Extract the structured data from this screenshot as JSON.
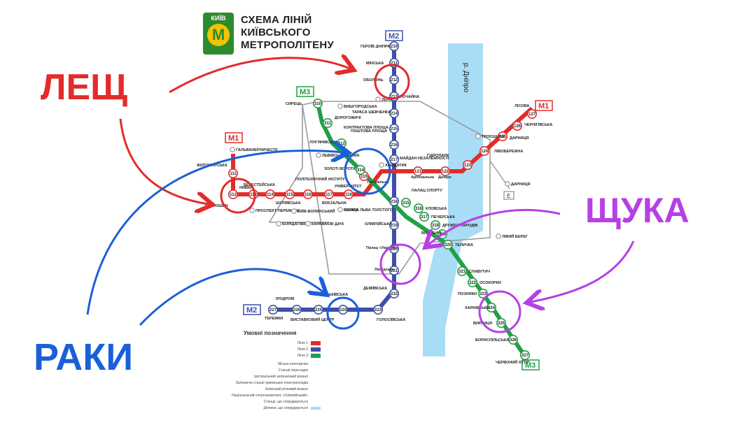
{
  "header": {
    "logo_text": "КИЇВ",
    "logo_letter": "M",
    "title_lines": [
      "СХЕМА ЛІНІЙ",
      "КИЇВСЬКОГО",
      "МЕТРОПОЛІТЕНУ"
    ]
  },
  "fish_labels": {
    "lesh": "ЛЕЩ",
    "raky": "РАКИ",
    "shchuka": "ЩУКА"
  },
  "colors": {
    "m1": "#e32b2b",
    "m2": "#3d4fa8",
    "m3": "#21a047",
    "river": "#a9dcf5",
    "lesh": "#e32b2b",
    "raky": "#1b5fd9",
    "shchuka": "#b640e6"
  },
  "river_label": "р. Дніпро",
  "line_tags": {
    "m1_top": "M1",
    "m1_right": "M1",
    "m2_top": "M2",
    "m2_bottom": "M2",
    "m3_top": "M3",
    "m3_bottom": "M3",
    "e_label": "E"
  },
  "stations": {
    "m1": [
      {
        "num": "111",
        "name": "ЖИТОМИРСЬКА"
      },
      {
        "num": "112",
        "name": "СВЯТОШИН"
      },
      {
        "num": "113",
        "name": "НИВКИ"
      },
      {
        "num": "114",
        "name": "БЕРЕСТЕЙСЬКА"
      },
      {
        "num": "115",
        "name": "ШУЛЯВСЬКА"
      },
      {
        "num": "116",
        "name": "ПОЛІТЕХНІЧНИЙ ІНСТИТУТ"
      },
      {
        "num": "117",
        "name": "ВОКЗАЛЬНА"
      },
      {
        "num": "118",
        "name": "УНІВЕРСИТЕТ"
      },
      {
        "num": "119",
        "name": "Театральна"
      },
      {
        "num": "121",
        "name": "Арсенальна"
      },
      {
        "num": "122",
        "name": "Дніпро"
      },
      {
        "num": "123",
        "name": "ГІДРОПАРК"
      },
      {
        "num": "124",
        "name": "ЛІВОБЕРЕЖНА"
      },
      {
        "num": "125",
        "name": "ДАРНИЦЯ"
      },
      {
        "num": "126",
        "name": "ЧЕРНІГІВСЬКА"
      },
      {
        "num": "127",
        "name": "ЛІСОВА"
      }
    ],
    "m2": [
      {
        "num": "210",
        "name": "ГЕРОЇВ ДНІПРА"
      },
      {
        "num": "211",
        "name": "МІНСЬКА"
      },
      {
        "num": "212",
        "name": "ОБОЛОНЬ"
      },
      {
        "num": "213",
        "name": "ПОЧАЙНА"
      },
      {
        "num": "214",
        "name": "ТАРАСА ШЕВЧЕНКА"
      },
      {
        "num": "215",
        "name": "КОНТРАКТОВА ПЛОЩА"
      },
      {
        "num": "216",
        "name": "ПОШТОВА ПЛОЩА"
      },
      {
        "num": "217",
        "name": "МАЙДАН НЕЗАЛЕЖНОСТІ"
      },
      {
        "num": "218",
        "name": "ПЛОЩА ЛЬВА ТОЛСТОГО"
      },
      {
        "num": "219",
        "name": "ОЛІМПІЙСЬКА"
      },
      {
        "num": "220",
        "name": "Палац «Україна»"
      },
      {
        "num": "221",
        "name": "Либідська"
      },
      {
        "num": "222",
        "name": "ДЕМІЇВСЬКА"
      },
      {
        "num": "223",
        "name": "ГОЛОСІЇВСЬКА"
      },
      {
        "num": "224",
        "name": "ВАСИЛЬКІВСЬКА"
      },
      {
        "num": "225",
        "name": "ВИСТАВКОВИЙ ЦЕНТР"
      },
      {
        "num": "226",
        "name": "ІПОДРОМ"
      },
      {
        "num": "227",
        "name": "ТЕРЕМКИ"
      }
    ],
    "m3": [
      {
        "num": "310",
        "name": "СИРЕЦЬ"
      },
      {
        "num": "311",
        "name": "ДОРОГОЖИЧІ"
      },
      {
        "num": "312",
        "name": "ЛУК'ЯНІВСЬКА"
      },
      {
        "num": "314",
        "name": "ЗОЛОТІ ВОРОТА"
      },
      {
        "num": "315",
        "name": "ПАЛАЦ СПОРТУ"
      },
      {
        "num": "316",
        "name": "КЛОВСЬКА"
      },
      {
        "num": "317",
        "name": "ПЕЧЕРСЬКА"
      },
      {
        "num": "318",
        "name": "ДРУЖБИ НАРОДІВ"
      },
      {
        "num": "319",
        "name": "ВИДУБИЧІ"
      },
      {
        "num": "320",
        "name": "ТЕЛИЧКА"
      },
      {
        "num": "321",
        "name": "СЛАВУТИЧ"
      },
      {
        "num": "322",
        "name": "ОСОКОРКИ"
      },
      {
        "num": "323",
        "name": "ПОЗНЯКИ"
      },
      {
        "num": "324",
        "name": "ХАРКІВСЬКА"
      },
      {
        "num": "325",
        "name": "ВИРЛИЦЯ"
      },
      {
        "num": "326",
        "name": "БОРИСПІЛЬСЬКА"
      },
      {
        "num": "327",
        "name": "ЧЕРВОНИЙ ХУТІР"
      }
    ],
    "other": [
      {
        "name": "ЛЬВІВСЬКА БРАМА"
      },
      {
        "name": "ХРЕЩАТИК"
      },
      {
        "name": "ВИШГОРОДСЬКА"
      },
      {
        "name": "ЗЕНІТ"
      },
      {
        "name": "ТРОЄЩИНА"
      },
      {
        "name": "ЛІВИЙ БЕРЕГ"
      },
      {
        "name": "ДАРНИЦЯ"
      },
      {
        "name": "БЕЛИЧІ"
      },
      {
        "name": "ПРОСПЕКТ ПЕРЕМОГИ"
      },
      {
        "name": "ГАЛЬВАНЕРНИЧЕСТЕ"
      },
      {
        "name": "КИЇВ-ВОЛИНСЬКИЙ"
      },
      {
        "name": "БОРЩАГІВКА"
      },
      {
        "name": "КАРАВАЄВІ ДАЧІ"
      }
    ]
  },
  "legend": {
    "title": "Умовні позначення",
    "lines": [
      "Лінія 1",
      "Лінія 2",
      "Лінія 3"
    ],
    "items": [
      "Міська електричка",
      "Станції пересадок",
      "Центральний залізничний вокзал",
      "Залізничні станції приміських електропоїздів",
      "Київський річковий вокзал",
      "Національний спортокомплекс «Олімпійський»",
      "Станції, що споруджуються",
      "Ділянка, що споруджується"
    ]
  }
}
